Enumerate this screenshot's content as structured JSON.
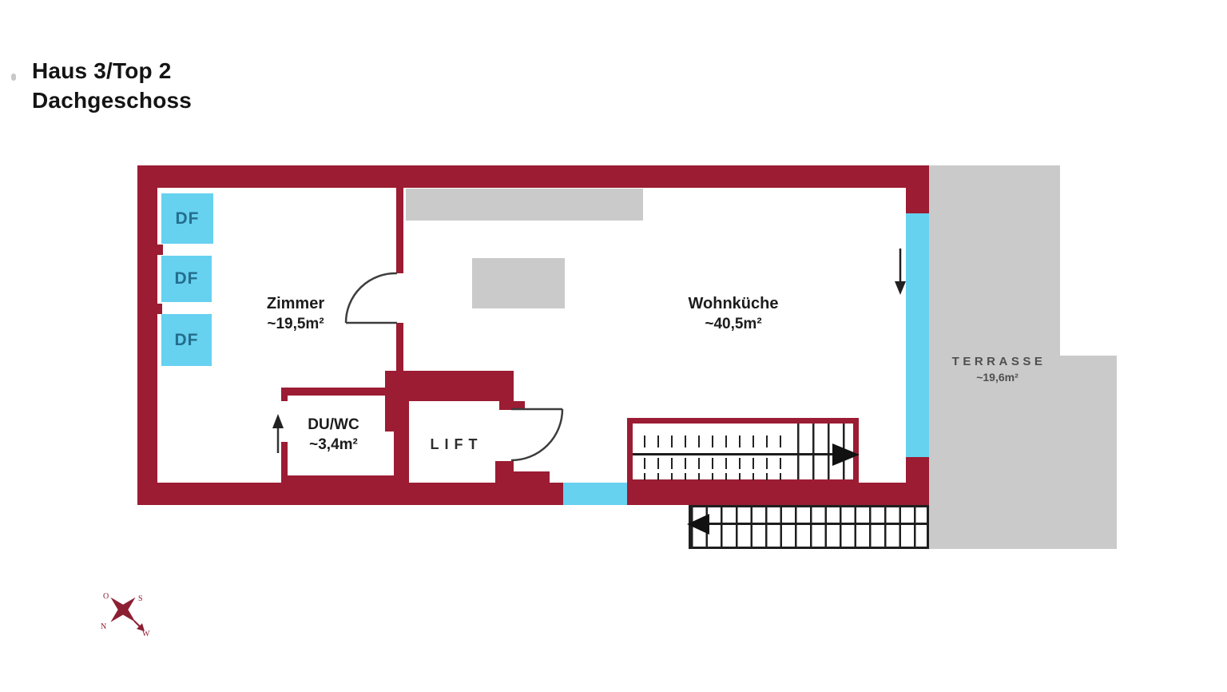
{
  "title": {
    "line1": "Haus 3/Top 2",
    "line2": "Dachgeschoss"
  },
  "rooms": {
    "zimmer": {
      "name": "Zimmer",
      "area": "~19,5m²"
    },
    "wohnkueche": {
      "name": "Wohnküche",
      "area": "~40,5m²"
    },
    "du_wc": {
      "name": "DU/WC",
      "area": "~3,4m²"
    },
    "lift": {
      "name": "LIFT"
    },
    "terrasse": {
      "name": "TERRASSE",
      "area": "~19,6m²"
    }
  },
  "roof_windows": {
    "label": "DF",
    "count": 3
  },
  "compass": {
    "top_left": "O",
    "top_right": "S",
    "bottom_left": "N",
    "bottom_right": "W"
  },
  "colors": {
    "wall": "#9b1c33",
    "window": "#67d1f0",
    "furniture": "#cacaca",
    "terrace": "#cacaca",
    "stair_outline_inner": "#9b1c33",
    "stair_outline_outer": "#1f1f1f"
  }
}
